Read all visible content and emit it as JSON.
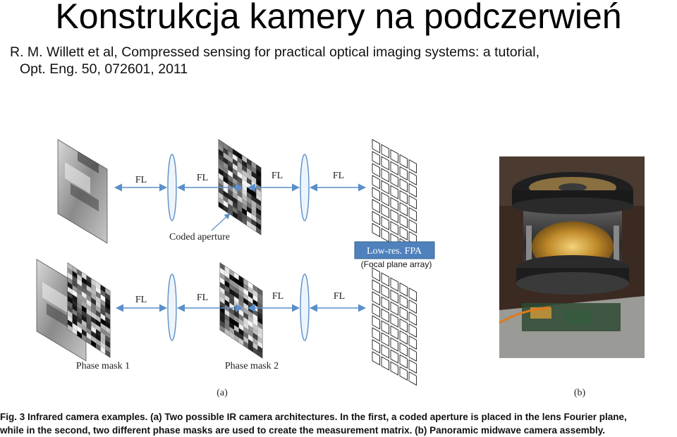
{
  "slide": {
    "title": "Konstrukcja kamery na podczerwień",
    "reference_line1": "R. M. Willett et al, Compressed sensing for practical optical imaging systems: a tutorial,",
    "reference_line2": "Opt. Eng. 50, 072601, 2011"
  },
  "figure": {
    "top_row": {
      "fl_labels": [
        "FL",
        "FL",
        "FL",
        "FL"
      ],
      "coded_aperture_label": "Coded aperture"
    },
    "fpa_box": {
      "label": "Low-res. FPA",
      "subtitle": "(Focal plane array)",
      "color": "#4f81bd"
    },
    "bottom_row": {
      "fl_labels": [
        "FL",
        "FL",
        "FL",
        "FL"
      ],
      "phase_mask_1_label": "Phase mask 1",
      "phase_mask_2_label": "Phase mask 2"
    },
    "panel_a_label": "(a)",
    "panel_b_label": "(b)",
    "arrow_color": "#5b8fc9",
    "caption_line1": "Fig. 3 Infrared camera examples. (a) Two possible IR camera architectures. In the first, a coded aperture is placed in the lens Fourier plane,",
    "caption_line2": "while in the second, two different phase masks are used to create the measurement matrix. (b) Panoramic midwave camera assembly."
  }
}
